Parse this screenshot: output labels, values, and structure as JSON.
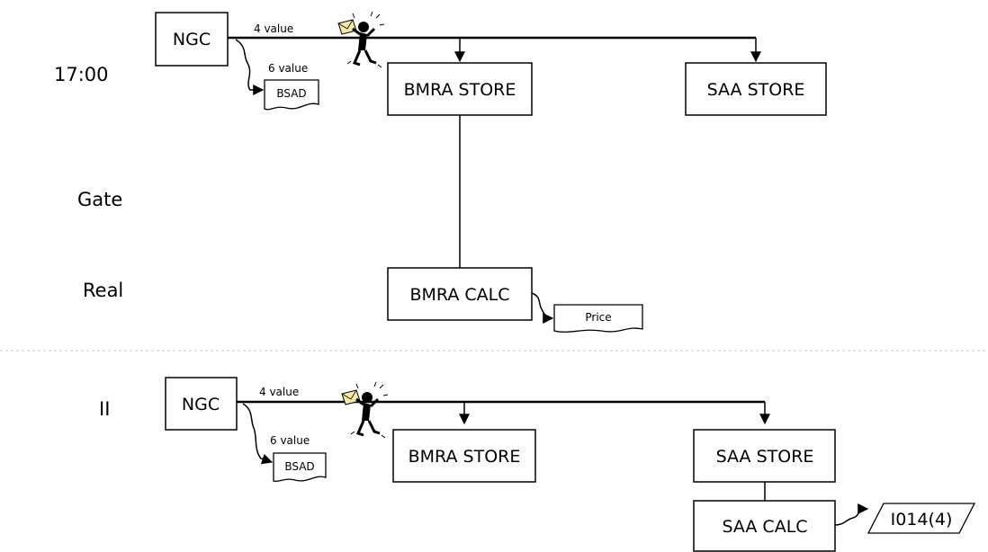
{
  "side_labels": {
    "time": "17:00",
    "gate": "Gate",
    "real": "Real",
    "second": "II"
  },
  "top": {
    "ngc": "NGC",
    "four_value": "4 value",
    "six_value": "6 value",
    "bsad": "BSAD",
    "bmra_store": "BMRA STORE",
    "saa_store": "SAA STORE",
    "bmra_calc": "BMRA CALC",
    "price": "Price"
  },
  "bottom": {
    "ngc": "NGC",
    "four_value": "4 value",
    "six_value": "6 value",
    "bsad": "BSAD",
    "bmra_store": "BMRA STORE",
    "saa_store": "SAA STORE",
    "saa_calc": "SAA CALC",
    "output": "I014(4)"
  },
  "icons": [
    "running-courier-icon",
    "running-courier-icon"
  ]
}
